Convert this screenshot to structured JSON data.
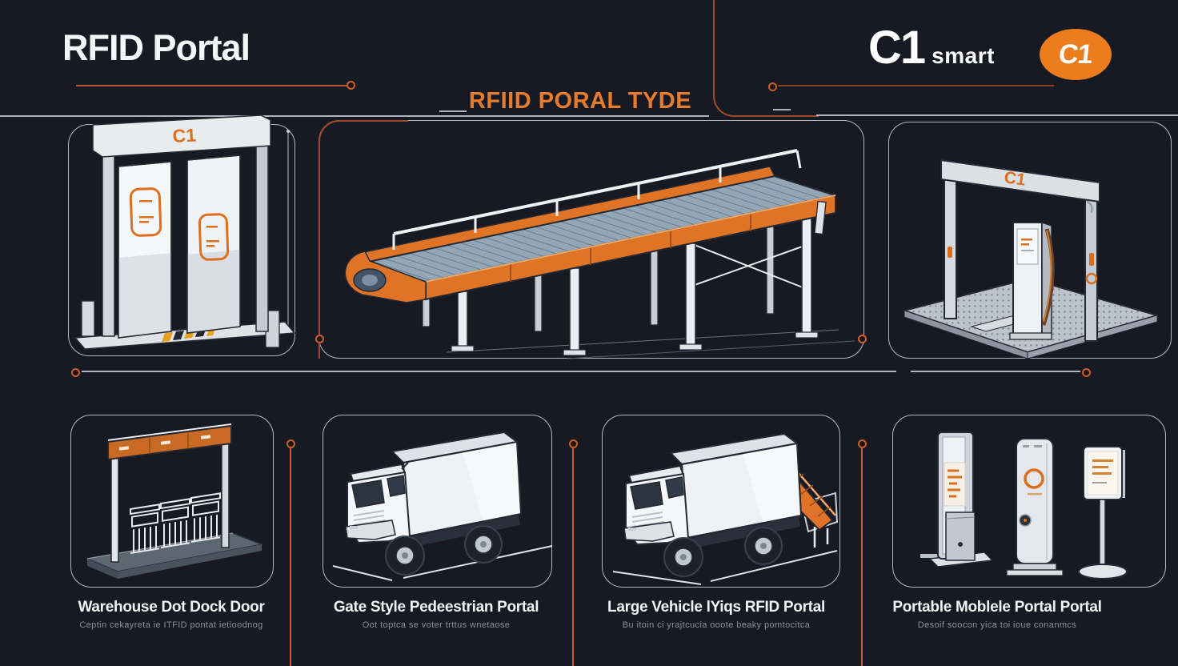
{
  "colors": {
    "background": "#171a22",
    "accent_orange": "#e0752a",
    "line_orange": "#b3552c",
    "panel_border": "#e2e6ec"
  },
  "header": {
    "title": "RFID Portal",
    "brand_main": "C1",
    "brand_suffix": "smart",
    "badge_text": "C1"
  },
  "section": {
    "title": "RFIID PORAL TYDE"
  },
  "illustrations": {
    "door_portal_logo": "C1",
    "kiosk_portal_logo": "C1"
  },
  "bottom_panels": [
    {
      "title": "Warehouse Dot Dock Door",
      "subtitle": "Ceptin cekayreta ie ITFID pontat ietioodnog"
    },
    {
      "title": "Gate Style Pedeestrian Portal",
      "subtitle": "Oot toptca se voter trttus wnetaose"
    },
    {
      "title": "Large Vehicle lYiqs RFID Portal",
      "subtitle": "Bu itoin ci yrajtcucia ooote beaky pomtocitca"
    },
    {
      "title": "Portable Moblele Portal Portal",
      "subtitle": "Desoif soocon yica toi ioue conanmcs"
    }
  ]
}
